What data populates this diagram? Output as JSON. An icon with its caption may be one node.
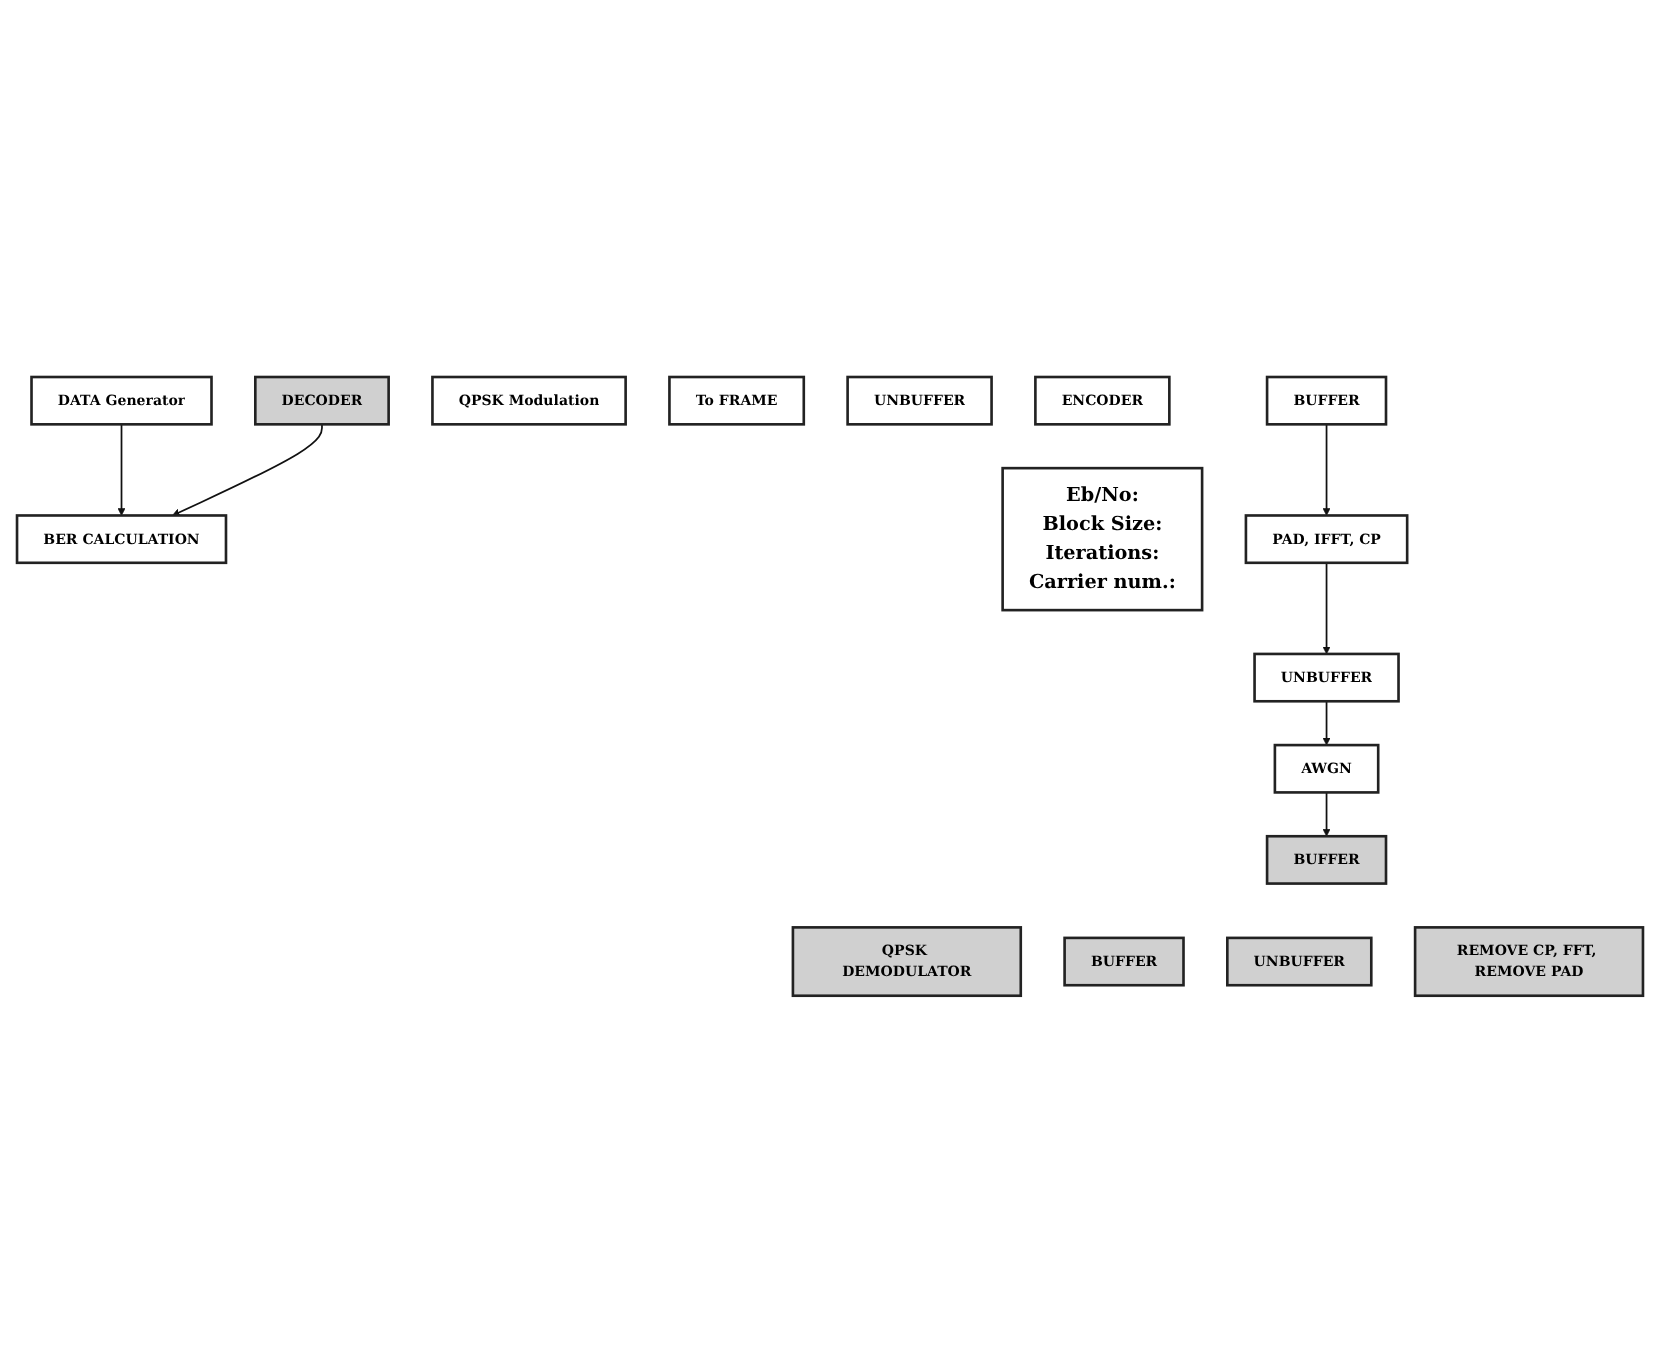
{
  "diagram": {
    "nodes": [
      {
        "text": [
          "DATA Generator"
        ]
      },
      {
        "text": [
          "ENCODER"
        ]
      },
      {
        "text": [
          "QPSK Modulation"
        ]
      },
      {
        "text": [
          "To FRAME"
        ]
      },
      {
        "text": [
          "UNBUFFER"
        ]
      },
      {
        "text": [
          "BUFFER"
        ]
      },
      {
        "text": [
          "BER CALCULATION"
        ]
      },
      {
        "text": [
          "Eb/No:",
          "Block Size:",
          "Iterations:",
          "Carrier num.:"
        ]
      },
      {
        "text": [
          "PAD, IFFT, CP"
        ]
      },
      {
        "text": [
          "UNBUFFER"
        ]
      },
      {
        "text": [
          "AWGN"
        ]
      },
      {
        "text": [
          "BUFFER"
        ]
      },
      {
        "text": [
          "DECODER"
        ]
      },
      {
        "text": [
          "QPSK DEMODULATOR"
        ]
      },
      {
        "text": [
          "BUFFER"
        ]
      },
      {
        "text": [
          "UNBUFFER"
        ]
      },
      {
        "text": [
          "REMOVE CP, FFT, REMOVE PAD"
        ]
      }
    ],
    "edges": [
      {
        "from": 0,
        "to": 6,
        "arrow": "to"
      },
      {
        "from": 12,
        "to": 6,
        "arrow": "to"
      },
      {
        "from": 5,
        "to": 8,
        "arrow": "to"
      },
      {
        "from": 8,
        "to": 9,
        "arrow": "to"
      },
      {
        "from": 9,
        "to": 10,
        "arrow": "to"
      },
      {
        "from": 10,
        "to": 11,
        "arrow": "to"
      }
    ]
  }
}
